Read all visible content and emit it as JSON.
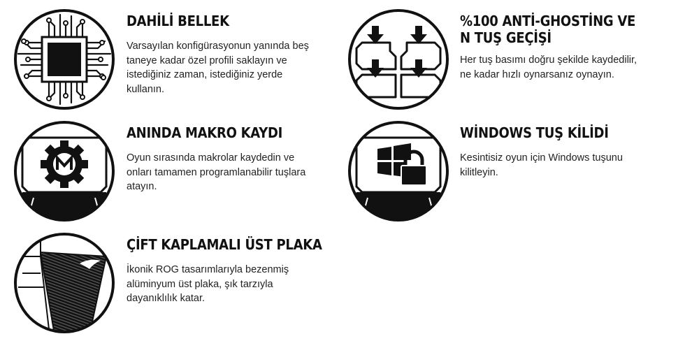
{
  "features": [
    {
      "title": "DAHİLİ BELLEK",
      "desc": "Varsayılan konfigürasyonun yanında beş taneye kadar özel profili saklayın ve istediğiniz zaman, istediğiniz yerde kullanın.",
      "icon": "memory-chip-icon"
    },
    {
      "title_line1": "%100 ANTİ-GHOSTİNG VE",
      "title_line2": "N TUŞ GEÇİŞİ",
      "desc": "Her tuş basımı doğru şekilde kaydedilir, ne kadar hızlı oynarsanız oynayın.",
      "icon": "keys-arrows-icon"
    },
    {
      "title": "ANINDA MAKRO KAYDI",
      "desc": "Oyun sırasında makrolar kaydedin ve onları tamamen programlanabilir tuşlara atayın.",
      "icon": "macro-gear-key-icon"
    },
    {
      "title": "WİNDOWS TUŞ KİLİDİ",
      "desc": "Kesintisiz oyun için Windows tuşunu kilitleyin.",
      "icon": "windows-lock-key-icon"
    },
    {
      "title": "ÇİFT KAPLAMALI ÜST PLAKA",
      "desc": "İkonik ROG tasarımlarıyla bezenmiş alüminyum üst plaka, şık tarzıyla dayanıklılık katar.",
      "icon": "rog-top-plate-icon"
    }
  ]
}
